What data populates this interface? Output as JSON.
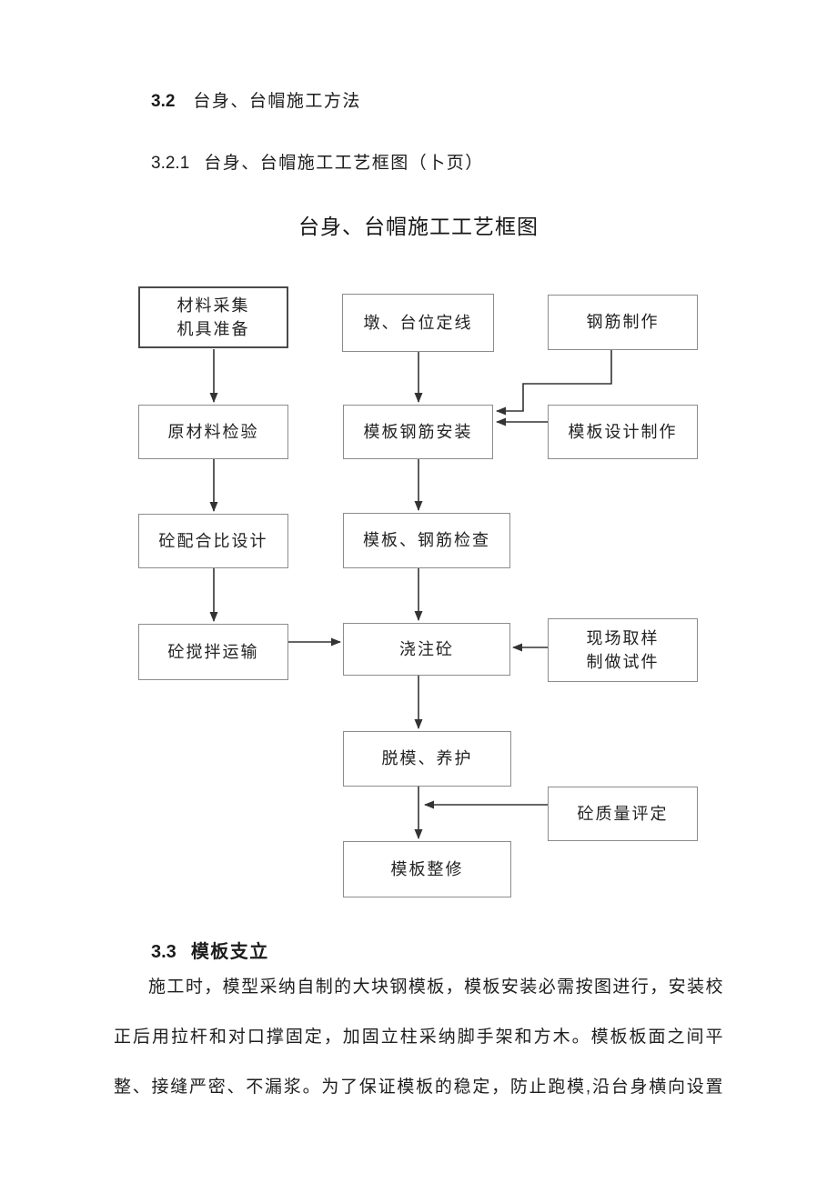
{
  "sections": {
    "h32": {
      "num": "3.2",
      "title": "台身、台帽施工方法"
    },
    "h321": {
      "num": "3.2.1",
      "title": "台身、台帽施工工艺框图（卜页）"
    },
    "h33": {
      "num": "3.3",
      "title": "模板支立"
    }
  },
  "paragraph": {
    "lines": [
      "施工时，模型采纳自制的大块钢模板，模板安装必需按图进行，安装校",
      "正后用拉杆和对口撑固定，加固立柱采纳脚手架和方木。模板板面之间平",
      "整、接缝严密、不漏浆。为了保证模板的稳定，防止跑模,沿台身横向设置"
    ]
  },
  "flowchart": {
    "title": "台身、台帽施工工艺框图",
    "line_color": "#333333",
    "box_border_color": "#8c8c8c",
    "start_box_border_color": "#4a4a4a",
    "nodes": [
      {
        "id": "material-collection",
        "label": "材料采集\n机具准备"
      },
      {
        "id": "pier-positioning",
        "label": "墩、台位定线"
      },
      {
        "id": "rebar-fabrication",
        "label": "钢筋制作"
      },
      {
        "id": "raw-material-inspection",
        "label": "原材料检验"
      },
      {
        "id": "formwork-rebar-install",
        "label": "模板钢筋安装"
      },
      {
        "id": "formwork-design",
        "label": "模板设计制作"
      },
      {
        "id": "concrete-mix-design",
        "label": "砼配合比设计"
      },
      {
        "id": "formwork-rebar-check",
        "label": "模板、钢筋检查"
      },
      {
        "id": "concrete-mixing-transport",
        "label": "砼搅拌运输"
      },
      {
        "id": "concrete-pouring",
        "label": "浇注砼"
      },
      {
        "id": "site-sampling",
        "label": "现场取样\n制做试件"
      },
      {
        "id": "demould-curing",
        "label": "脱模、养护"
      },
      {
        "id": "concrete-quality-eval",
        "label": "砼质量评定"
      },
      {
        "id": "formwork-repair",
        "label": "模板整修"
      }
    ],
    "edges": [
      {
        "from": "材料采集机具准备",
        "to": "原材料检验"
      },
      {
        "from": "原材料检验",
        "to": "砼配合比设计"
      },
      {
        "from": "砼配合比设计",
        "to": "砼搅拌运输"
      },
      {
        "from": "砼搅拌运输",
        "to": "浇注砼"
      },
      {
        "from": "墩、台位定线",
        "to": "模板钢筋安装"
      },
      {
        "from": "钢筋制作",
        "to": "模板钢筋安装"
      },
      {
        "from": "模板设计制作",
        "to": "模板钢筋安装"
      },
      {
        "from": "模板钢筋安装",
        "to": "模板、钢筋检查"
      },
      {
        "from": "模板、钢筋检查",
        "to": "浇注砼"
      },
      {
        "from": "现场取样制做试件",
        "to": "浇注砼"
      },
      {
        "from": "浇注砼",
        "to": "脱模、养护"
      },
      {
        "from": "脱模、养护",
        "to": "模板整修"
      },
      {
        "from": "砼质量评定",
        "to": "脱模、养护→模板整修"
      }
    ]
  }
}
